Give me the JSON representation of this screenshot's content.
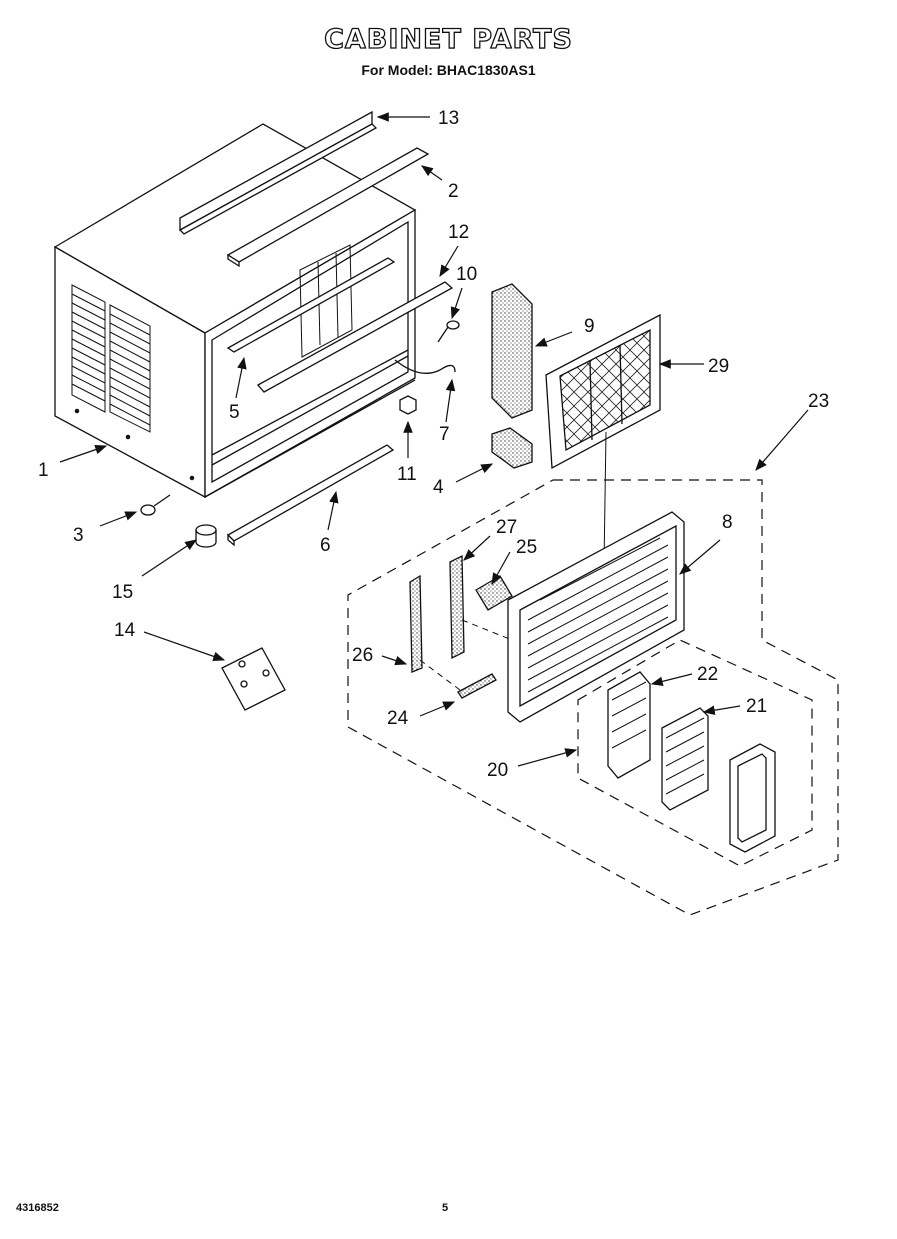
{
  "header": {
    "title": "CABINET PARTS",
    "subtitle": "For Model: BHAC1830AS1"
  },
  "footer": {
    "doc_number": "4316852",
    "page": "5"
  },
  "callouts": [
    {
      "id": "c1",
      "label": "1"
    },
    {
      "id": "c2",
      "label": "2"
    },
    {
      "id": "c3",
      "label": "3"
    },
    {
      "id": "c4",
      "label": "4"
    },
    {
      "id": "c5",
      "label": "5"
    },
    {
      "id": "c6",
      "label": "6"
    },
    {
      "id": "c7",
      "label": "7"
    },
    {
      "id": "c8",
      "label": "8"
    },
    {
      "id": "c9",
      "label": "9"
    },
    {
      "id": "c10",
      "label": "10"
    },
    {
      "id": "c11",
      "label": "11"
    },
    {
      "id": "c12",
      "label": "12"
    },
    {
      "id": "c13",
      "label": "13"
    },
    {
      "id": "c14",
      "label": "14"
    },
    {
      "id": "c15",
      "label": "15"
    },
    {
      "id": "c20",
      "label": "20"
    },
    {
      "id": "c21",
      "label": "21"
    },
    {
      "id": "c22",
      "label": "22"
    },
    {
      "id": "c23",
      "label": "23"
    },
    {
      "id": "c24",
      "label": "24"
    },
    {
      "id": "c25",
      "label": "25"
    },
    {
      "id": "c26",
      "label": "26"
    },
    {
      "id": "c27",
      "label": "27"
    },
    {
      "id": "c29",
      "label": "29"
    }
  ]
}
